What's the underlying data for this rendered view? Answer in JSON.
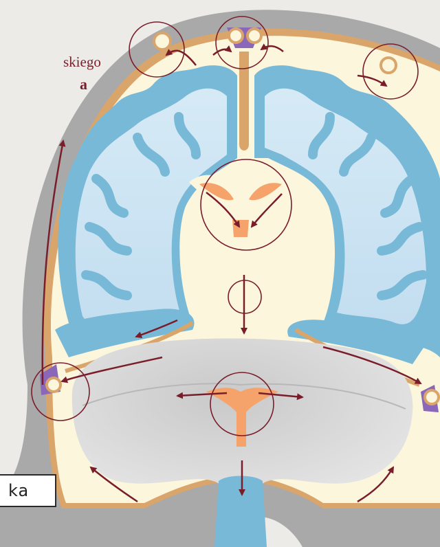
{
  "text": {
    "caption_fragment_1": "skiego",
    "caption_fragment_2": "a",
    "label_fragment": "ka"
  },
  "colors": {
    "background": "#ecebe8",
    "skull_bone": "#a9a9a9",
    "dura_membrane": "#d9a56b",
    "subarachnoid_space": "#fbf6dc",
    "brain_gray_matter": "#79b9d8",
    "brain_white_matter": "#cde5f3",
    "venous_sinus": "#8a67b8",
    "choroid_plexus": "#f5a36a",
    "flow_arrow": "#7a1d2b"
  },
  "icons": {
    "arrow": "flow-arrow-icon",
    "highlight_circle": "highlight-circle-icon"
  }
}
